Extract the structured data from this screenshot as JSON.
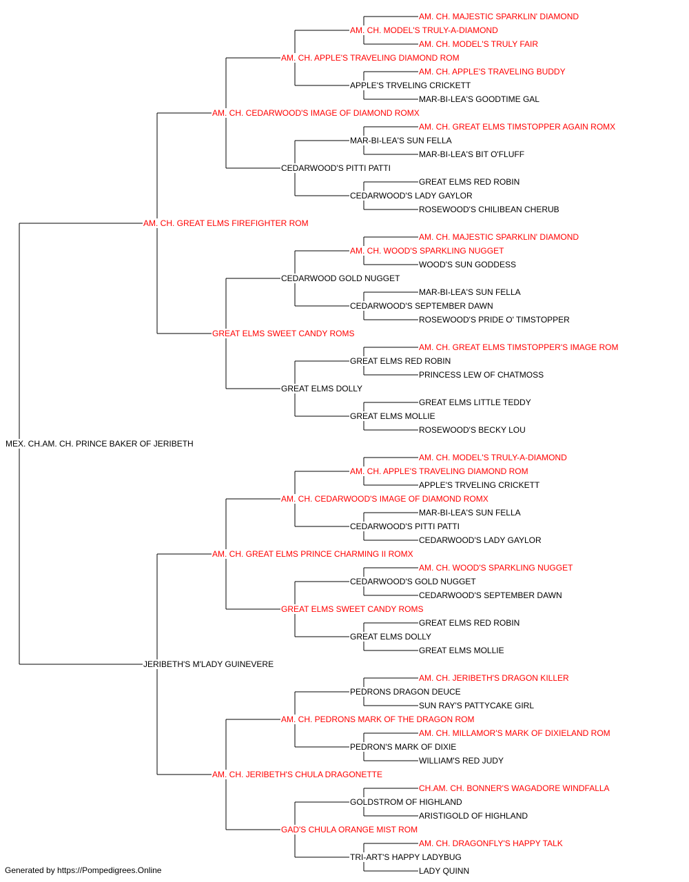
{
  "colors": {
    "champion": "#ff0000",
    "normal": "#000000",
    "line": "#000000"
  },
  "footer": "Generated by https://Pompedigrees.Online",
  "pedigree": {
    "name": "MEX. CH.AM. CH. PRINCE BAKER OF JERIBETH",
    "champion": false,
    "sire": {
      "name": "AM. CH. GREAT ELMS FIREFIGHTER ROM",
      "champion": true,
      "sire": {
        "name": "AM. CH. CEDARWOOD'S IMAGE OF DIAMOND ROMX",
        "champion": true,
        "sire": {
          "name": "AM. CH. APPLE'S TRAVELING DIAMOND ROM",
          "champion": true,
          "sire": {
            "name": "AM. CH. MODEL'S TRULY-A-DIAMOND",
            "champion": true,
            "sire": {
              "name": "AM. CH. MAJESTIC SPARKLIN' DIAMOND",
              "champion": true
            },
            "dam": {
              "name": "AM. CH. MODEL'S TRULY FAIR",
              "champion": true
            }
          },
          "dam": {
            "name": "APPLE'S TRVELING CRICKETT",
            "champion": false,
            "sire": {
              "name": "AM. CH. APPLE'S TRAVELING BUDDY",
              "champion": true
            },
            "dam": {
              "name": "MAR-BI-LEA'S GOODTIME GAL",
              "champion": false
            }
          }
        },
        "dam": {
          "name": "CEDARWOOD'S PITTI PATTI",
          "champion": false,
          "sire": {
            "name": "MAR-BI-LEA'S SUN FELLA",
            "champion": false,
            "sire": {
              "name": "AM. CH. GREAT ELMS TIMSTOPPER AGAIN ROMX",
              "champion": true
            },
            "dam": {
              "name": "MAR-BI-LEA'S BIT O'FLUFF",
              "champion": false
            }
          },
          "dam": {
            "name": "CEDARWOOD'S LADY GAYLOR",
            "champion": false,
            "sire": {
              "name": "GREAT ELMS RED ROBIN",
              "champion": false
            },
            "dam": {
              "name": "ROSEWOOD'S CHILIBEAN CHERUB",
              "champion": false
            }
          }
        }
      },
      "dam": {
        "name": "GREAT ELMS SWEET CANDY ROMS",
        "champion": true,
        "sire": {
          "name": "CEDARWOOD GOLD NUGGET",
          "champion": false,
          "sire": {
            "name": "AM. CH. WOOD'S SPARKLING NUGGET",
            "champion": true,
            "sire": {
              "name": "AM. CH. MAJESTIC SPARKLIN' DIAMOND",
              "champion": true
            },
            "dam": {
              "name": "WOOD'S SUN GODDESS",
              "champion": false
            }
          },
          "dam": {
            "name": "CEDARWOOD'S SEPTEMBER DAWN",
            "champion": false,
            "sire": {
              "name": "MAR-BI-LEA'S SUN FELLA",
              "champion": false
            },
            "dam": {
              "name": "ROSEWOOD'S PRIDE O' TIMSTOPPER",
              "champion": false
            }
          }
        },
        "dam": {
          "name": "GREAT ELMS DOLLY",
          "champion": false,
          "sire": {
            "name": "GREAT ELMS RED ROBIN",
            "champion": false,
            "sire": {
              "name": "AM. CH. GREAT ELMS TIMSTOPPER'S IMAGE ROM",
              "champion": true
            },
            "dam": {
              "name": "PRINCESS LEW OF CHATMOSS",
              "champion": false
            }
          },
          "dam": {
            "name": "GREAT ELMS MOLLIE",
            "champion": false,
            "sire": {
              "name": "GREAT ELMS LITTLE TEDDY",
              "champion": false
            },
            "dam": {
              "name": "ROSEWOOD'S BECKY LOU",
              "champion": false
            }
          }
        }
      }
    },
    "dam": {
      "name": "JERIBETH'S M'LADY GUINEVERE",
      "champion": false,
      "sire": {
        "name": "AM. CH. GREAT ELMS PRINCE CHARMING II ROMX",
        "champion": true,
        "sire": {
          "name": "AM. CH. CEDARWOOD'S IMAGE OF DIAMOND ROMX",
          "champion": true,
          "sire": {
            "name": "AM. CH. APPLE'S TRAVELING DIAMOND ROM",
            "champion": true,
            "sire": {
              "name": "AM. CH. MODEL'S TRULY-A-DIAMOND",
              "champion": true
            },
            "dam": {
              "name": "APPLE'S TRVELING CRICKETT",
              "champion": false
            }
          },
          "dam": {
            "name": "CEDARWOOD'S PITTI PATTI",
            "champion": false,
            "sire": {
              "name": "MAR-BI-LEA'S SUN FELLA",
              "champion": false
            },
            "dam": {
              "name": "CEDARWOOD'S LADY GAYLOR",
              "champion": false
            }
          }
        },
        "dam": {
          "name": "GREAT ELMS SWEET CANDY ROMS",
          "champion": true,
          "sire": {
            "name": "CEDARWOOD'S GOLD NUGGET",
            "champion": false,
            "sire": {
              "name": "AM. CH. WOOD'S SPARKLING NUGGET",
              "champion": true
            },
            "dam": {
              "name": "CEDARWOOD'S SEPTEMBER DAWN",
              "champion": false
            }
          },
          "dam": {
            "name": "GREAT ELMS DOLLY",
            "champion": false,
            "sire": {
              "name": "GREAT ELMS RED ROBIN",
              "champion": false
            },
            "dam": {
              "name": "GREAT ELMS MOLLIE",
              "champion": false
            }
          }
        }
      },
      "dam": {
        "name": "AM. CH. JERIBETH'S CHULA DRAGONETTE",
        "champion": true,
        "sire": {
          "name": "AM. CH. PEDRONS MARK OF THE DRAGON ROM",
          "champion": true,
          "sire": {
            "name": "PEDRONS DRAGON DEUCE",
            "champion": false,
            "sire": {
              "name": "AM. CH. JERIBETH'S DRAGON KILLER",
              "champion": true
            },
            "dam": {
              "name": "SUN RAY'S PATTYCAKE GIRL",
              "champion": false
            }
          },
          "dam": {
            "name": "PEDRON'S MARK OF DIXIE",
            "champion": false,
            "sire": {
              "name": "AM. CH. MILLAMOR'S MARK OF DIXIELAND ROM",
              "champion": true
            },
            "dam": {
              "name": "WILLIAM'S RED JUDY",
              "champion": false
            }
          }
        },
        "dam": {
          "name": "GAD'S CHULA ORANGE MIST ROM",
          "champion": true,
          "sire": {
            "name": "GOLDSTROM OF HIGHLAND",
            "champion": false,
            "sire": {
              "name": "CH.AM. CH. BONNER'S WAGADORE WINDFALLA",
              "champion": true
            },
            "dam": {
              "name": "ARISTIGOLD OF HIGHLAND",
              "champion": false
            }
          },
          "dam": {
            "name": "TRI-ART'S HAPPY LADYBUG",
            "champion": false,
            "sire": {
              "name": "AM. CH. DRAGONFLY'S HAPPY TALK",
              "champion": true
            },
            "dam": {
              "name": "LADY QUINN",
              "champion": false
            }
          }
        }
      }
    }
  }
}
